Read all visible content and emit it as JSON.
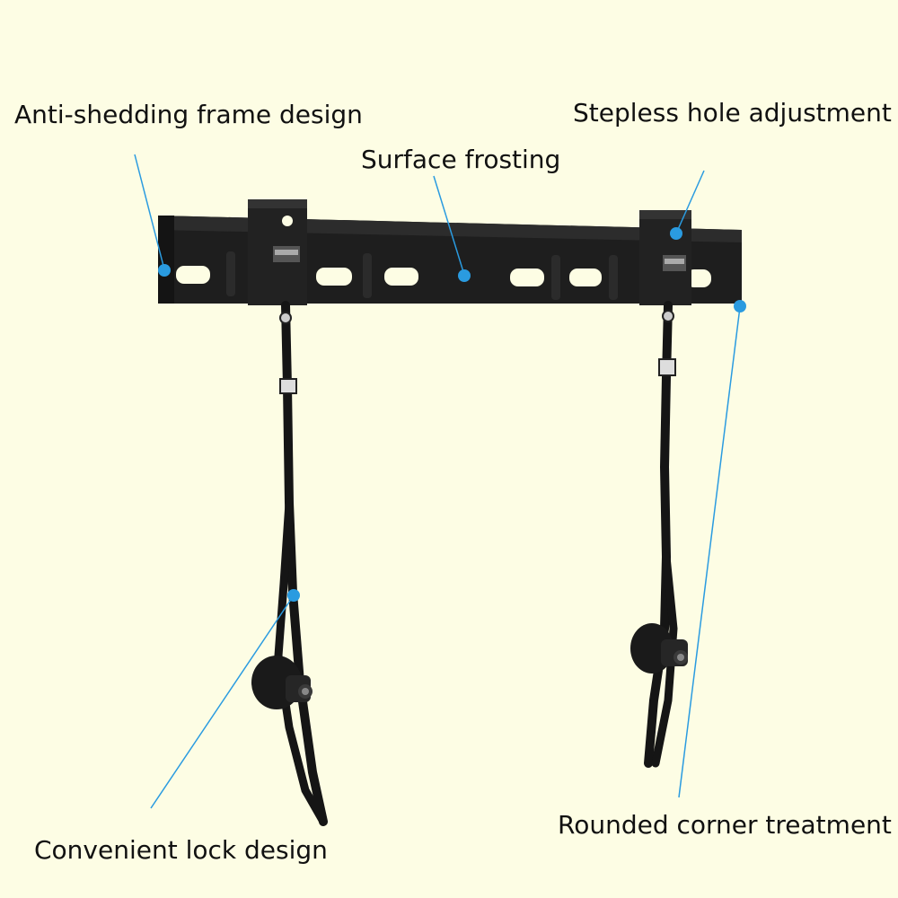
{
  "callouts": {
    "anti_shedding": "Anti-shedding frame design",
    "stepless": "Stepless hole adjustment",
    "surface": "Surface frosting",
    "rounded": "Rounded corner treatment",
    "lock": "Convenient lock design"
  },
  "colors": {
    "background": "#fdfde4",
    "bracket": "#1c1c1c",
    "callout": "#2a9be0"
  }
}
